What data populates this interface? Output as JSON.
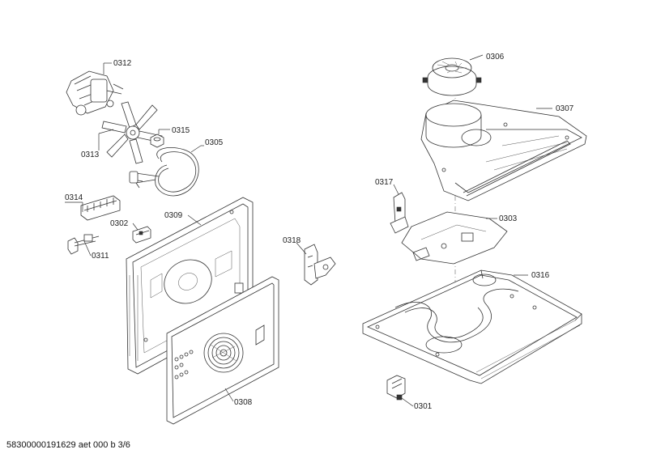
{
  "footer": {
    "document_code": "58300000191629 aet 000 b 3/6"
  },
  "parts": [
    {
      "id": "0312"
    },
    {
      "id": "0313"
    },
    {
      "id": "0315"
    },
    {
      "id": "0305"
    },
    {
      "id": "0314"
    },
    {
      "id": "0302"
    },
    {
      "id": "0309"
    },
    {
      "id": "0311"
    },
    {
      "id": "0318"
    },
    {
      "id": "0308"
    },
    {
      "id": "0306"
    },
    {
      "id": "0307"
    },
    {
      "id": "0317"
    },
    {
      "id": "0303"
    },
    {
      "id": "0316"
    },
    {
      "id": "0301"
    }
  ]
}
